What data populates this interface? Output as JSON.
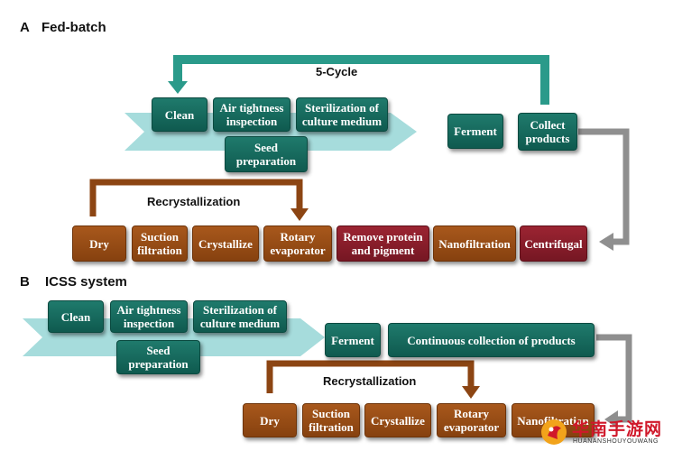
{
  "panel_a": {
    "label": "A",
    "title": "Fed-batch",
    "cycle_label": "5-Cycle",
    "recryst_label": "Recrystallization",
    "clean": "Clean",
    "air": "Air tightness\ninspection",
    "steril": "Sterilization of\nculture medium",
    "seed": "Seed\npreparation",
    "ferment": "Ferment",
    "collect": "Collect\nproducts",
    "dry": "Dry",
    "suction": "Suction\nfiltration",
    "crystallize": "Crystallize",
    "rotary": "Rotary\nevaporator",
    "remove": "Remove protein\nand pigment",
    "nano": "Nanofiltration",
    "centrifugal": "Centrifugal"
  },
  "panel_b": {
    "label": "B",
    "title": "ICSS system",
    "recryst_label": "Recrystallization",
    "clean": "Clean",
    "air": "Air tightness\ninspection",
    "steril": "Sterilization of\nculture medium",
    "seed": "Seed\npreparation",
    "ferment": "Ferment",
    "continuous": "Continuous collection of products",
    "dry": "Dry",
    "suction": "Suction\nfiltration",
    "crystallize": "Crystallize",
    "rotary": "Rotary\nevaporator",
    "nano": "Nanofiltration"
  },
  "watermark": {
    "cn": "华南手游网",
    "en": "HUANANSHOUYOUWANG"
  },
  "colors": {
    "teal": "#15685b",
    "brown": "#96491a",
    "red": "#8a1e2b",
    "arrow_teal": "#2a9a8a",
    "arrow_brown": "#8c4513",
    "arrow_gray": "#8f8f8f",
    "chevron": "#a6dcdc"
  }
}
